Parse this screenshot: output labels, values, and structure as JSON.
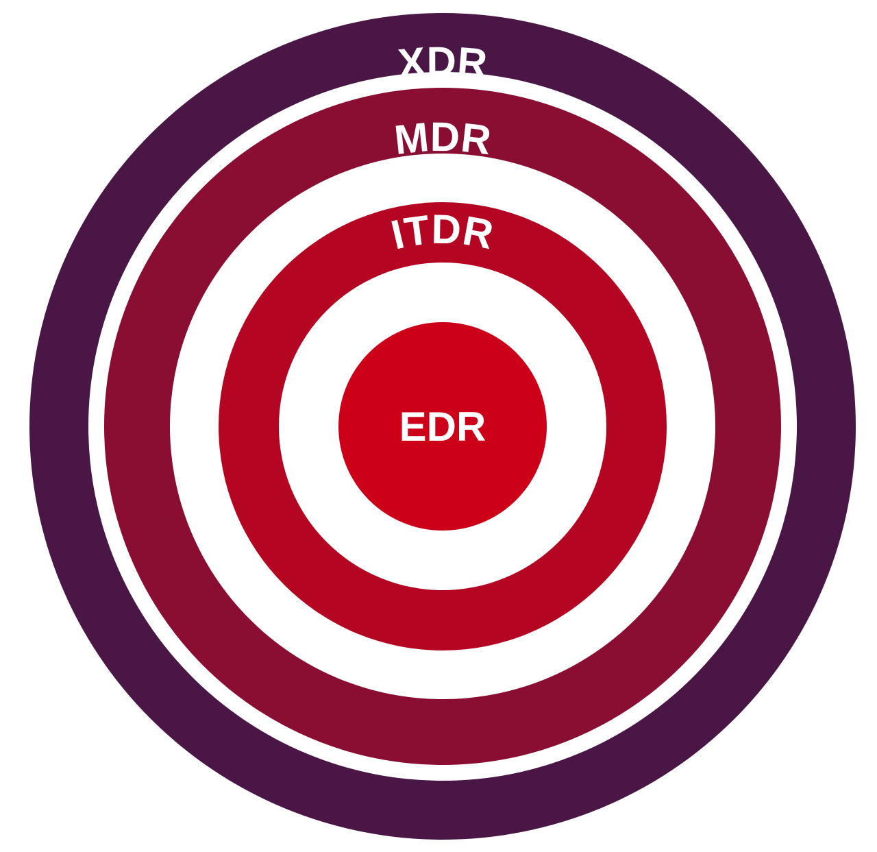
{
  "diagram": {
    "layers": [
      {
        "label": "XDR",
        "color": "#4a1646"
      },
      {
        "label": "MDR",
        "color": "#8a0e32"
      },
      {
        "label": "ITDR",
        "color": "#b40622"
      },
      {
        "label": "EDR",
        "color": "#cc0019"
      }
    ],
    "gap_color": "#ffffff"
  }
}
